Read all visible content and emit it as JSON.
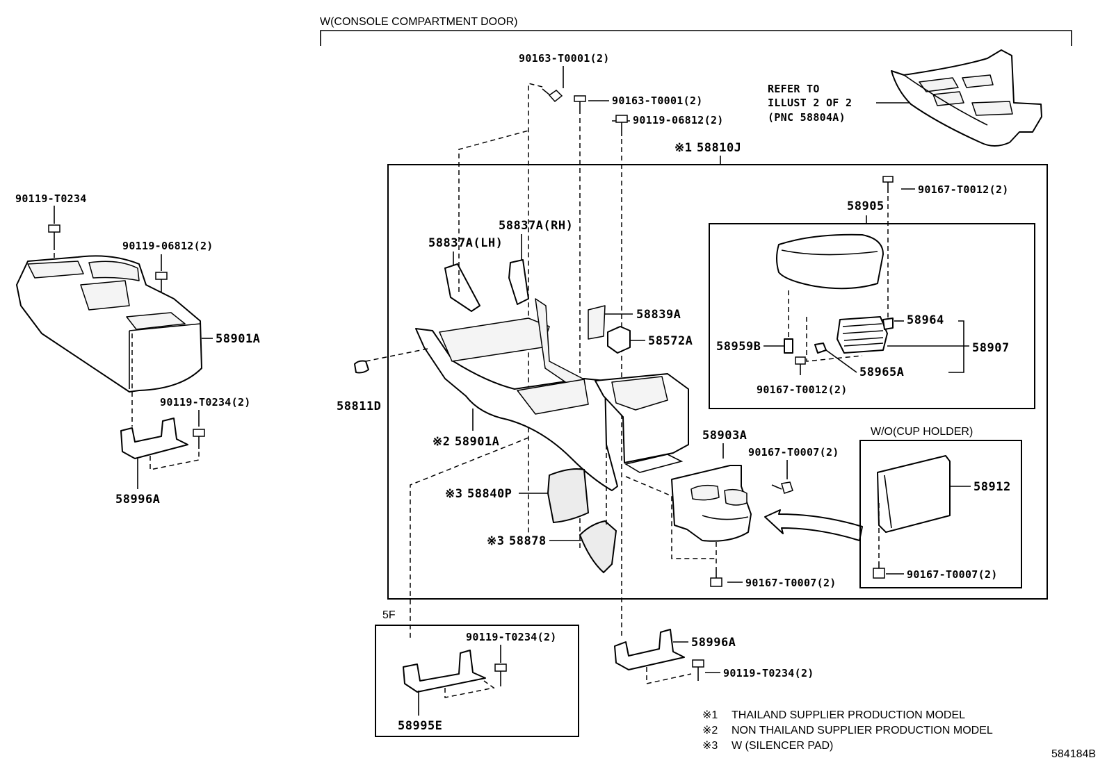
{
  "header": {
    "section_title": "W(CONSOLE COMPARTMENT DOOR)",
    "refer_note": [
      "REFER TO",
      "ILLUST 2 OF 2",
      "(PNC 58804A)"
    ],
    "w_o_title": "W/O(CUP HOLDER)",
    "five_f": "5F"
  },
  "labels": {
    "l_90163_t0001_top": "90163-T0001(2)",
    "l_90163_t0001_mid": "90163-T0001(2)",
    "l_90119_06812_mid": "90119-06812(2)",
    "l_58810j_mark": "※1",
    "l_58810j": "58810J",
    "l_90167_t0012_top": "90167-T0012(2)",
    "l_58905": "58905",
    "l_58837a_rh": "58837A(RH)",
    "l_58837a_lh": "58837A(LH)",
    "l_58839a": "58839A",
    "l_58572a": "58572A",
    "l_58959b": "58959B",
    "l_58964": "58964",
    "l_58907": "58907",
    "l_58965a": "58965A",
    "l_90167_t0012_bot": "90167-T0012(2)",
    "l_58811d": "58811D",
    "l_58901a_mark": "※2",
    "l_58901a_center": "58901A",
    "l_58903a": "58903A",
    "l_90167_t0007_right": "90167-T0007(2)",
    "l_58912": "58912",
    "l_58840p_mark": "※3",
    "l_58840p": "58840P",
    "l_58878_mark": "※3",
    "l_58878": "58878",
    "l_90167_t0007_bot": "90167-T0007(2)",
    "l_90167_t0007_wo": "90167-T0007(2)",
    "l_90119_t0234_5f": "90119-T0234(2)",
    "l_58995e": "58995E",
    "l_58996a_bot": "58996A",
    "l_90119_t0234_bot": "90119-T0234(2)",
    "l_90119_t0234_left": "90119-T0234",
    "l_90119_06812_left": "90119-06812(2)",
    "l_58901a_left": "58901A",
    "l_90119_t0234_left2": "90119-T0234(2)",
    "l_58996a_left": "58996A"
  },
  "notes": [
    {
      "mark": "※1",
      "text": "THAILAND SUPPLIER PRODUCTION MODEL"
    },
    {
      "mark": "※2",
      "text": "NON THAILAND SUPPLIER PRODUCTION MODEL"
    },
    {
      "mark": "※3",
      "text": "W (SILENCER PAD)"
    }
  ],
  "figure_id": "584184B"
}
